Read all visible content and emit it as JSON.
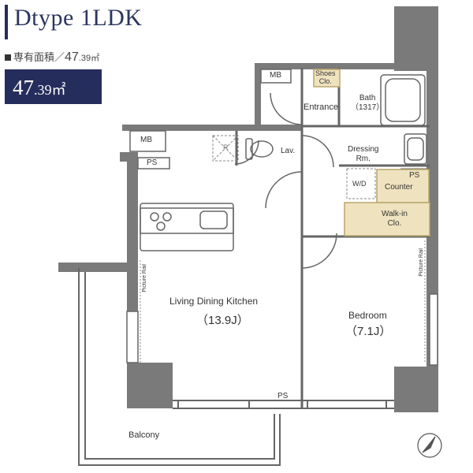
{
  "header": {
    "title": "Dtype 1LDK",
    "area_label": "専有面積／",
    "area_value_int": "47",
    "area_value_dec": ".39㎡",
    "badge_int": "47",
    "badge_dec": ".39㎡",
    "accent_color": "#252d5c"
  },
  "rooms": {
    "mb_top": "MB",
    "shoes_clo": "Shoes\nClo.",
    "entrance": "Entrance",
    "bath": "Bath\n（1317）",
    "mb_left": "MB",
    "ps_left": "PS",
    "lav": "Lav.",
    "dressing": "Dressing\nRm.",
    "wd": "W/D",
    "ps_right": "PS",
    "counter": "Counter",
    "walkin": "Walk-in\nClo.",
    "ldk_name": "Living Dining Kitchen",
    "ldk_size": "（13.9J）",
    "bedroom_name": "Bedroom",
    "bedroom_size": "（7.1J）",
    "picture_rail_left": "Picture Rail",
    "picture_rail_right": "Picture Rail",
    "ps_bottom": "PS",
    "balcony": "Balcony",
    "fridge_symbol": "R"
  },
  "colors": {
    "wall": "#7a7a7a",
    "storage_fill": "#efe3bf",
    "storage_stroke": "#b9a66a"
  }
}
